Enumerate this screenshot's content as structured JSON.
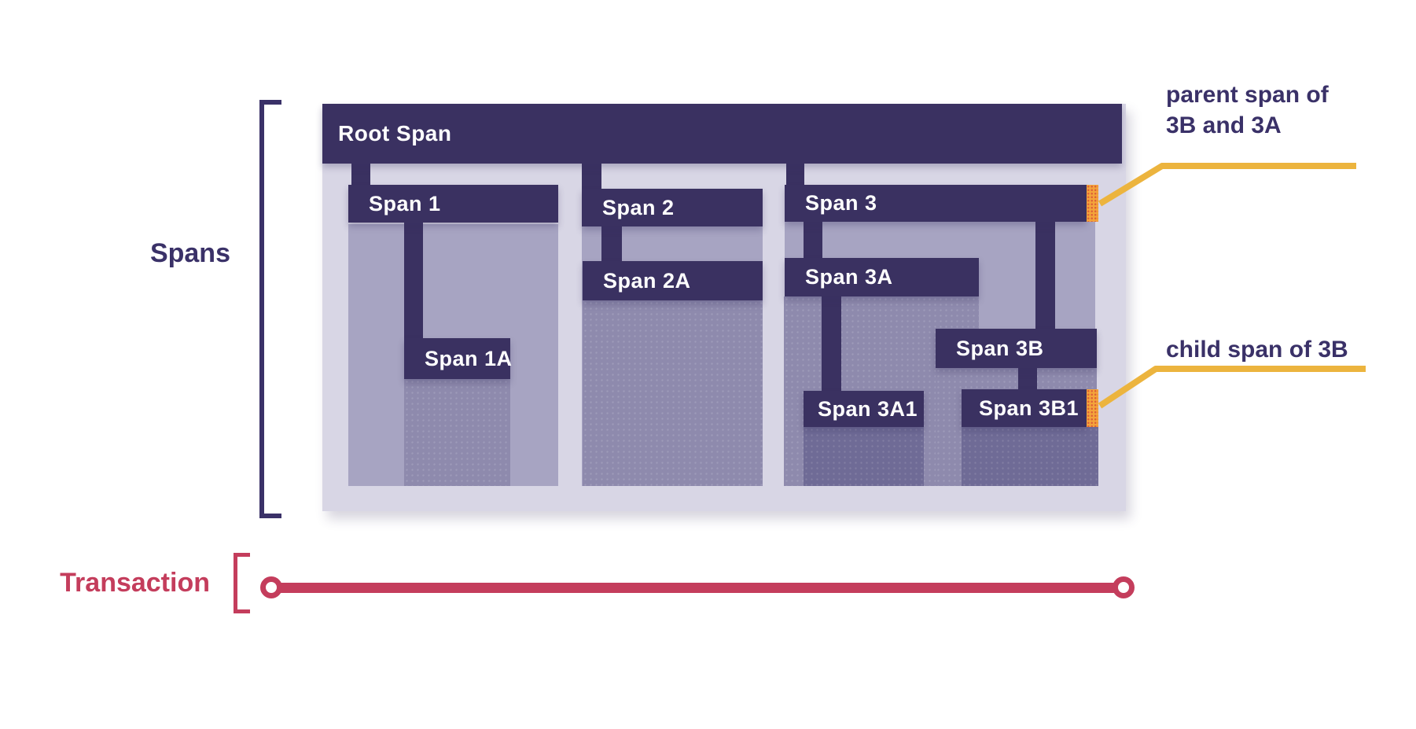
{
  "sections": {
    "spans_label": "Spans",
    "transaction_label": "Transaction"
  },
  "diagram": {
    "bars": [
      {
        "id": "root",
        "label": "Root Span"
      },
      {
        "id": "span1",
        "label": "Span 1"
      },
      {
        "id": "span2",
        "label": "Span 2"
      },
      {
        "id": "span3",
        "label": "Span 3"
      },
      {
        "id": "span1a",
        "label": "Span 1A"
      },
      {
        "id": "span2a",
        "label": "Span 2A"
      },
      {
        "id": "span3a",
        "label": "Span 3A"
      },
      {
        "id": "span3b",
        "label": "Span 3B"
      },
      {
        "id": "span3a1",
        "label": "Span 3A1"
      },
      {
        "id": "span3b1",
        "label": "Span 3B1"
      }
    ],
    "markers": [
      {
        "id": "parent-marker",
        "attached_to": "Span 3"
      },
      {
        "id": "child-marker",
        "attached_to": "Span 3B1"
      }
    ]
  },
  "annotations": [
    {
      "id": "parent",
      "text": "parent span of\n3B and 3A"
    },
    {
      "id": "child",
      "text": "child span of 3B"
    }
  ],
  "palette": {
    "bar": "#3a3161",
    "container": "#d8d6e5",
    "fill_light": "#a7a4c2",
    "fill_medium": "#8e8aad",
    "fill_dark": "#6f6b96",
    "orange": "#f3a33b",
    "orange_dot": "#dc5f38",
    "yellow": "#ecb43e",
    "red": "#c43d5c",
    "navy": "#3a3168"
  }
}
